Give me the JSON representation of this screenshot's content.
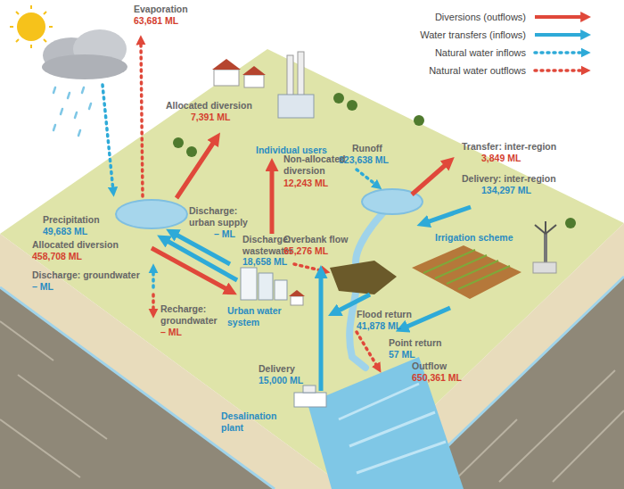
{
  "diagram": {
    "labels": [
      "Evaporation",
      "63,681 ML",
      "Precipitation",
      "49,683 ML",
      "Allocated diversion",
      "7,391 ML",
      "Individual users",
      "Runoff",
      "823,638 ML",
      "Transfer: inter-region",
      "3,849 ML",
      "Delivery: inter-region",
      "134,297 ML",
      "Non-allocated diversion",
      "12,243 ML",
      "Discharge: urban supply",
      "– ML",
      "Allocated diversion",
      "458,708 ML",
      "Discharge: wastewater",
      "18,658 ML",
      "Overbank flow",
      "65,276 ML",
      "Discharge: groundwater",
      "– ML",
      "Recharge: groundwater",
      "– ML",
      "Urban water system",
      "Irrigation scheme",
      "Flood return",
      "41,878 ML",
      "Point return",
      "57 ML",
      "Delivery",
      "15,000 ML",
      "Outflow",
      "650,361 ML",
      "Desalination plant"
    ],
    "legend": [
      {
        "text": "Diversions (outflows)"
      },
      {
        "text": "Water transfers (inflows)"
      },
      {
        "text": "Natural water inflows"
      },
      {
        "text": "Natural water outflows"
      }
    ]
  }
}
